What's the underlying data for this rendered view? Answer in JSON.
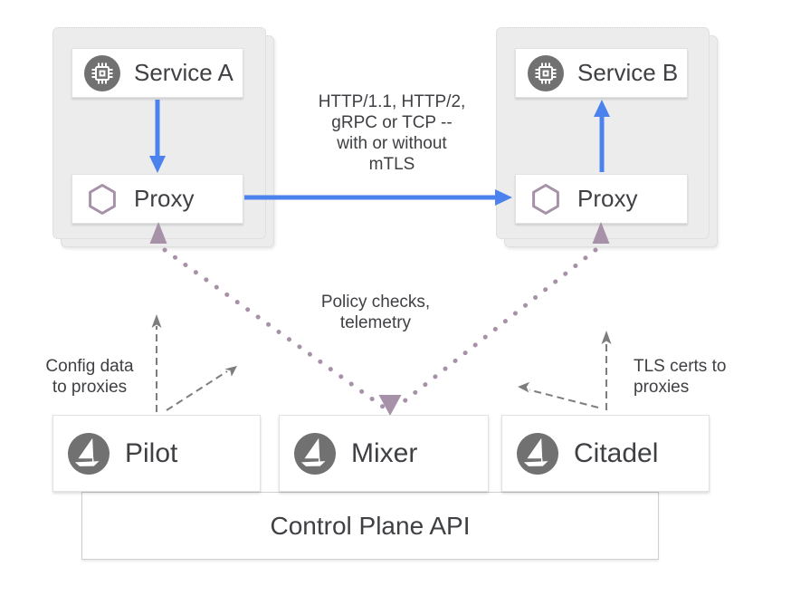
{
  "colors": {
    "traffic_blue": "#4c82ed",
    "telemetry_mauve": "#a691a8",
    "control_gray": "#7d7d7d",
    "pod_fill": "#ececec",
    "pod_border": "#d4d4d4",
    "box_border": "#e2e2e2",
    "icon_gray": "#717171",
    "text_dark": "#3f4043"
  },
  "pod_a": {
    "service_label": "Service A",
    "proxy_label": "Proxy"
  },
  "pod_b": {
    "service_label": "Service B",
    "proxy_label": "Proxy"
  },
  "annotations": {
    "traffic_lines": [
      "HTTP/1.1, HTTP/2,",
      "gRPC or TCP --",
      "with or without",
      "mTLS"
    ],
    "policy_lines": [
      "Policy checks,",
      "telemetry"
    ],
    "config_lines": [
      "Config data",
      "to proxies"
    ],
    "tls_lines": [
      "TLS certs to",
      "proxies"
    ]
  },
  "control_plane": {
    "pilot_label": "Pilot",
    "mixer_label": "Mixer",
    "citadel_label": "Citadel",
    "api_label": "Control Plane API"
  },
  "icons": {
    "service_a": "chip-icon",
    "service_b": "chip-icon",
    "proxy_a": "hexagon-icon",
    "proxy_b": "hexagon-icon",
    "pilot": "istio-sail-icon",
    "mixer": "istio-sail-icon",
    "citadel": "istio-sail-icon"
  }
}
